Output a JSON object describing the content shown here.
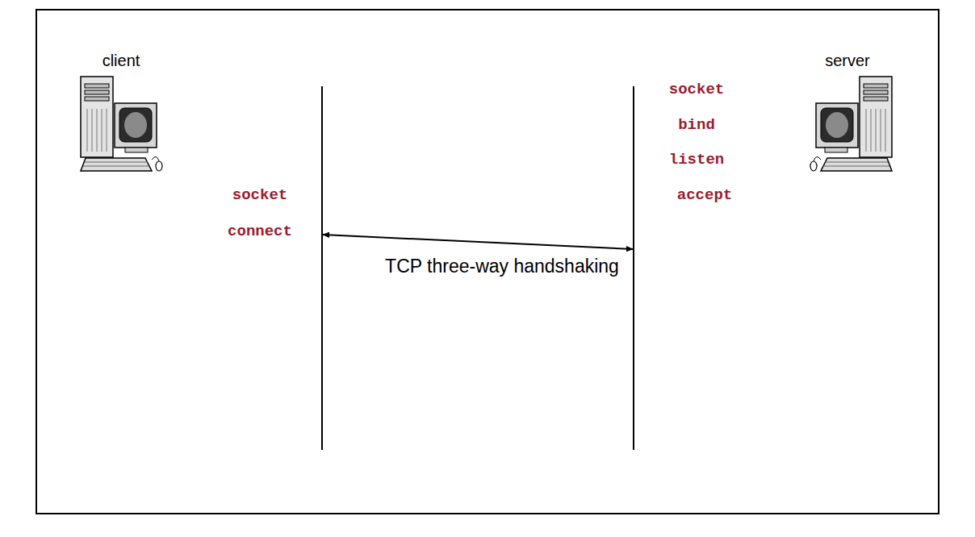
{
  "diagram": {
    "labels": [
      "client",
      "server",
      "socket",
      "bind",
      "listen",
      "accept",
      "socket",
      "connect",
      "TCP three-way handshaking"
    ]
  }
}
